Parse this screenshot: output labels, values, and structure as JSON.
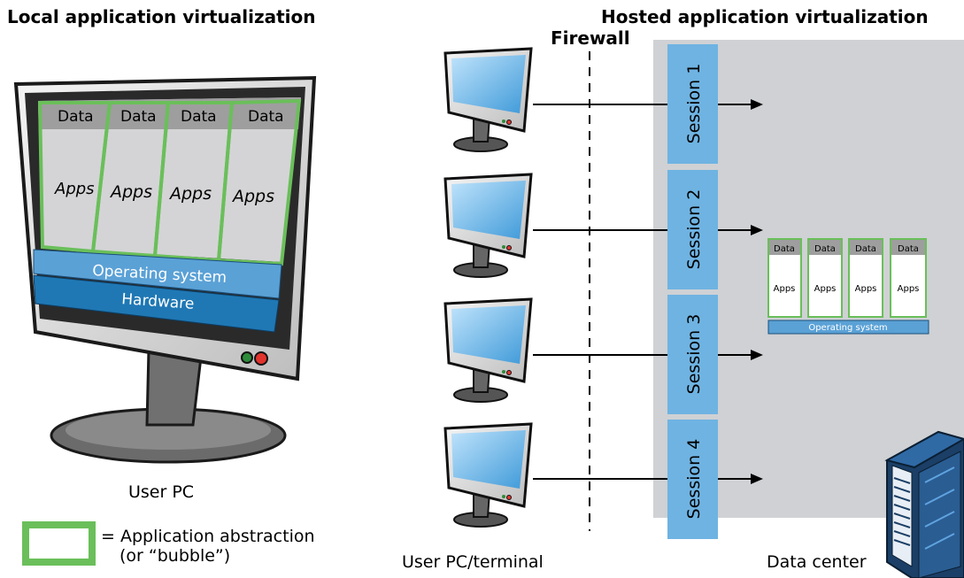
{
  "left_title": "Local application virtualization",
  "right_title": "Hosted application virtualization",
  "firewall_label": "Firewall",
  "big_monitor": {
    "data_labels": [
      "Data",
      "Data",
      "Data",
      "Data"
    ],
    "apps_labels": [
      "Apps",
      "Apps",
      "Apps",
      "Apps"
    ],
    "os_label": "Operating system",
    "hardware_label": "Hardware"
  },
  "user_pc_label": "User PC",
  "legend": {
    "line1": "= Application abstraction",
    "line2": "(or “bubble”)"
  },
  "sessions": [
    "Session 1",
    "Session 2",
    "Session 3",
    "Session 4"
  ],
  "small_stack": {
    "data_labels": [
      "Data",
      "Data",
      "Data",
      "Data"
    ],
    "apps_labels": [
      "Apps",
      "Apps",
      "Apps",
      "Apps"
    ],
    "os_label": "Operating system"
  },
  "user_terminal_label": "User PC/terminal",
  "data_center_label": "Data center",
  "colors": {
    "bubble_green": "#6abf5a",
    "data_gray": "#9e9e9e",
    "apps_gray": "#d4d4d6",
    "os_blue": "#5aa1d6",
    "hardware_blue": "#1f78b4",
    "session_blue": "#6fb3e2",
    "datacenter_gray": "#cfd1d4"
  }
}
